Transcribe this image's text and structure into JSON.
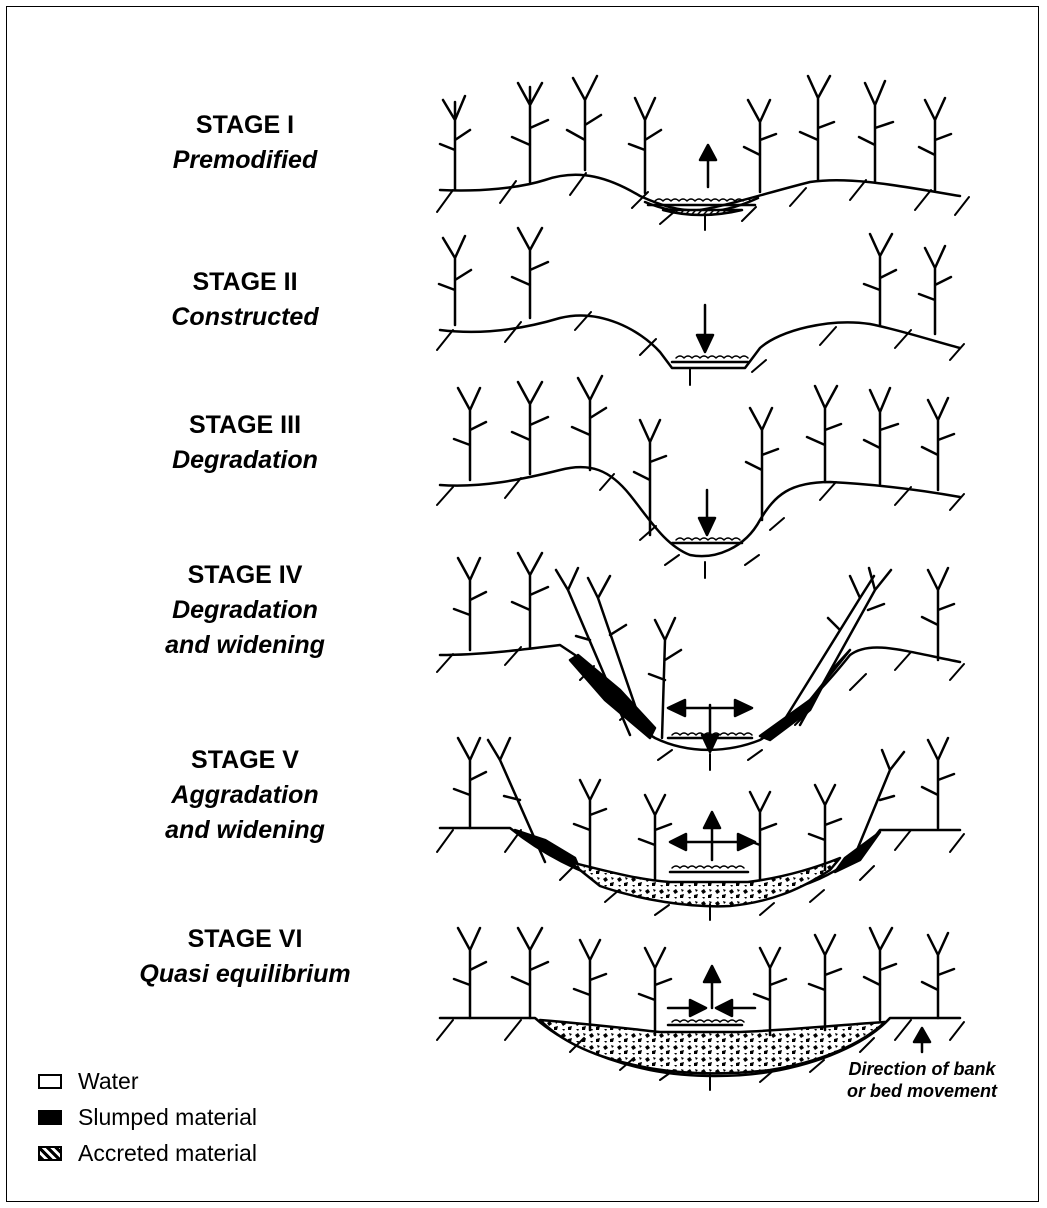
{
  "stages": [
    {
      "number": "STAGE I",
      "name": "Premodified"
    },
    {
      "number": "STAGE II",
      "name": "Constructed"
    },
    {
      "number": "STAGE III",
      "name": "Degradation"
    },
    {
      "number": "STAGE IV",
      "name": "Degradation\nand widening"
    },
    {
      "number": "STAGE V",
      "name": "Aggradation\nand widening"
    },
    {
      "number": "STAGE VI",
      "name": "Quasi equilibrium"
    }
  ],
  "legend": {
    "water": "Water",
    "slumped": "Slumped material",
    "accreted": "Accreted material"
  },
  "direction_note": {
    "line1": "Direction of bank",
    "line2": "or bed movement"
  },
  "colors": {
    "ink": "#000000",
    "paper": "#ffffff"
  }
}
